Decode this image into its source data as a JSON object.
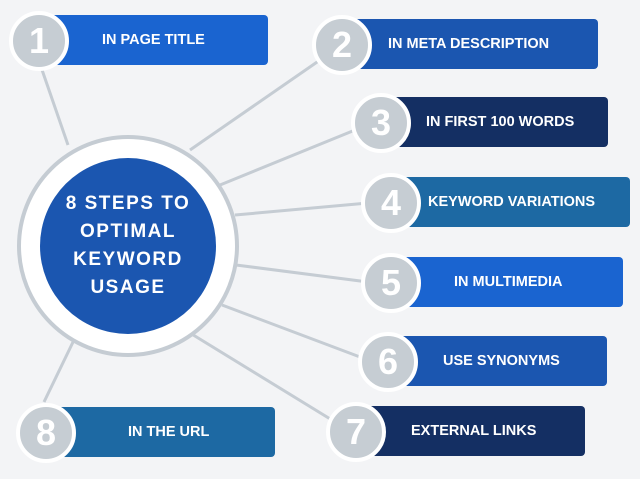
{
  "hub": {
    "title": "8 STEPS TO OPTIMAL KEYWORD USAGE"
  },
  "colors": {
    "background": "#f3f4f6",
    "hub": "#1b56b0",
    "badge": "#c6cdd3",
    "connector": "#c5ccd3"
  },
  "steps": [
    {
      "number": "1",
      "label": "IN PAGE TITLE",
      "color": "#1a64d0"
    },
    {
      "number": "2",
      "label": "IN META DESCRIPTION",
      "color": "#1b56b0"
    },
    {
      "number": "3",
      "label": "IN FIRST 100 WORDS",
      "color": "#142f63"
    },
    {
      "number": "4",
      "label": "KEYWORD VARIATIONS",
      "color": "#1d69a3"
    },
    {
      "number": "5",
      "label": "IN MULTIMEDIA",
      "color": "#1a64d0"
    },
    {
      "number": "6",
      "label": "USE SYNONYMS",
      "color": "#1b56b0"
    },
    {
      "number": "7",
      "label": "EXTERNAL LINKS",
      "color": "#142f63"
    },
    {
      "number": "8",
      "label": "IN THE URL",
      "color": "#1d69a3"
    }
  ]
}
